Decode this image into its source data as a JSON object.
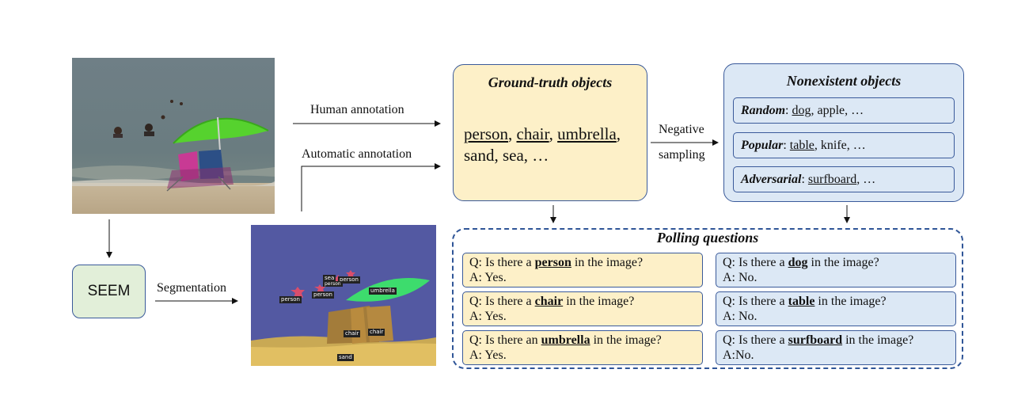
{
  "arrows": {
    "human_annotation": "Human annotation",
    "automatic_annotation": "Automatic annotation",
    "negative": "Negative",
    "sampling": "sampling",
    "segmentation": "Segmentation"
  },
  "seem": {
    "label": "SEEM"
  },
  "ground_truth": {
    "title": "Ground-truth objects",
    "objects": [
      "person",
      "chair",
      "umbrella",
      "sand",
      "sea"
    ],
    "line1_sep1": ", ",
    "line1_sep2": ", ",
    "line1_end": ",",
    "line2": "sand, sea, …"
  },
  "nonexistent": {
    "title": "Nonexistent objects",
    "items": [
      {
        "strategy": "Random",
        "first": "dog",
        "rest": ", apple, …"
      },
      {
        "strategy": "Popular",
        "first": "table",
        "rest": ", knife, …"
      },
      {
        "strategy": "Adversarial",
        "first": "surfboard",
        "rest": ", …"
      }
    ]
  },
  "polling": {
    "title": "Polling questions",
    "questions": [
      {
        "pre": "Q: Is there a ",
        "obj": "person",
        "post": " in the image?",
        "answer": "A: Yes."
      },
      {
        "pre": "Q: Is there a ",
        "obj": "chair",
        "post": " in the image?",
        "answer": "A: Yes."
      },
      {
        "pre": "Q: Is there an ",
        "obj": "umbrella",
        "post": " in the image?",
        "answer": "A: Yes."
      },
      {
        "pre": "Q: Is there a ",
        "obj": "dog",
        "post": " in the image?",
        "answer": "A: No."
      },
      {
        "pre": "Q: Is there a ",
        "obj": "table",
        "post": " in the image?",
        "answer": "A: No."
      },
      {
        "pre": "Q: Is there a ",
        "obj": "surfboard",
        "post": " in the image?",
        "answer": "A:No."
      }
    ]
  },
  "segmentation_labels": {
    "sea": "sea",
    "person_a": "person",
    "person_b": "person",
    "person_c": "person",
    "person_d": "person",
    "umbrella": "umbrella",
    "chair_a": "chair",
    "chair_b": "chair",
    "sand": "sand"
  },
  "colors": {
    "yes_fill": "#fdf0c8",
    "no_fill": "#dce8f5",
    "seem_fill": "#e2efd9",
    "border": "#3a5a9a"
  }
}
